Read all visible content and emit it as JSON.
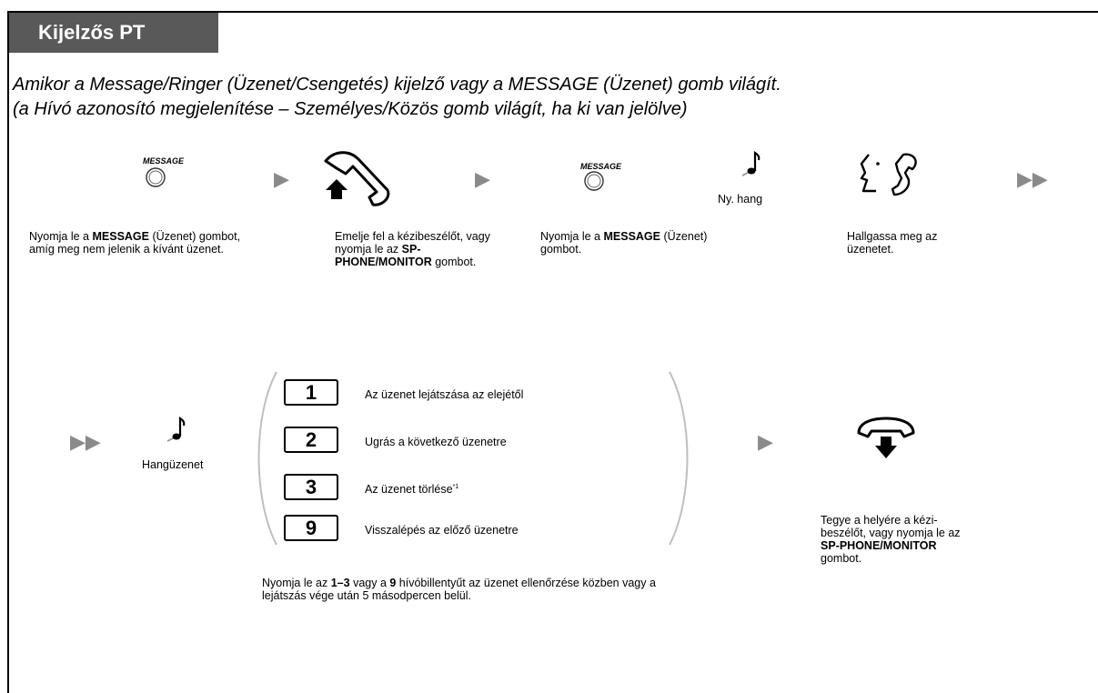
{
  "header": {
    "title": "Kijelzős PT"
  },
  "condition": {
    "line1": "Amikor a Message/Ringer (Üzenet/Csengetés) kijelző vagy a MESSAGE (Üzenet) gomb világít.",
    "line2": "(a Hívó azonosító megjelenítése – Személyes/Közös gomb világít, ha ki van jelölve)"
  },
  "icons": {
    "message_button_label": "MESSAGE",
    "tone_label": "Ny. hang",
    "voice_message_label": "Hangüzenet"
  },
  "steps": {
    "step1": {
      "pre": "Nyomja le a ",
      "bold": "MESSAGE",
      "post": " (Üzenet) gombot, amíg meg nem jelenik a kívánt üzenet."
    },
    "step2": {
      "pre": "Emelje fel a kézibeszélőt, vagy nyomja le az ",
      "bold": "SP-PHONE/MONITOR",
      "post": " gombot."
    },
    "step3": {
      "pre": "Nyomja le a ",
      "bold": "MESSAGE",
      "post": " (Üzenet) gombot."
    },
    "step4": {
      "text": "Hallgassa meg az üzenetet."
    },
    "hangup": {
      "pre": "Tegye a helyére a kézi-beszélőt, vagy nyomja le az ",
      "bold": "SP-PHONE/MONITOR",
      "post": " gombot."
    }
  },
  "keys": [
    {
      "key": "1",
      "label": "Az üzenet lejátszása az elejétől",
      "sup": ""
    },
    {
      "key": "2",
      "label": "Ugrás a következő üzenetre",
      "sup": ""
    },
    {
      "key": "3",
      "label": "Az üzenet törlése",
      "sup": "*1"
    },
    {
      "key": "9",
      "label": "Visszalépés az előző üzenetre",
      "sup": ""
    }
  ],
  "note": {
    "p1": "Nyomja le az ",
    "b1": "1–3",
    "p2": " vagy a ",
    "b2": "9",
    "p3": " hívóbillentyűt az üzenet ellenőrzése közben vagy a lejátszás vége után 5 másodpercen belül."
  }
}
